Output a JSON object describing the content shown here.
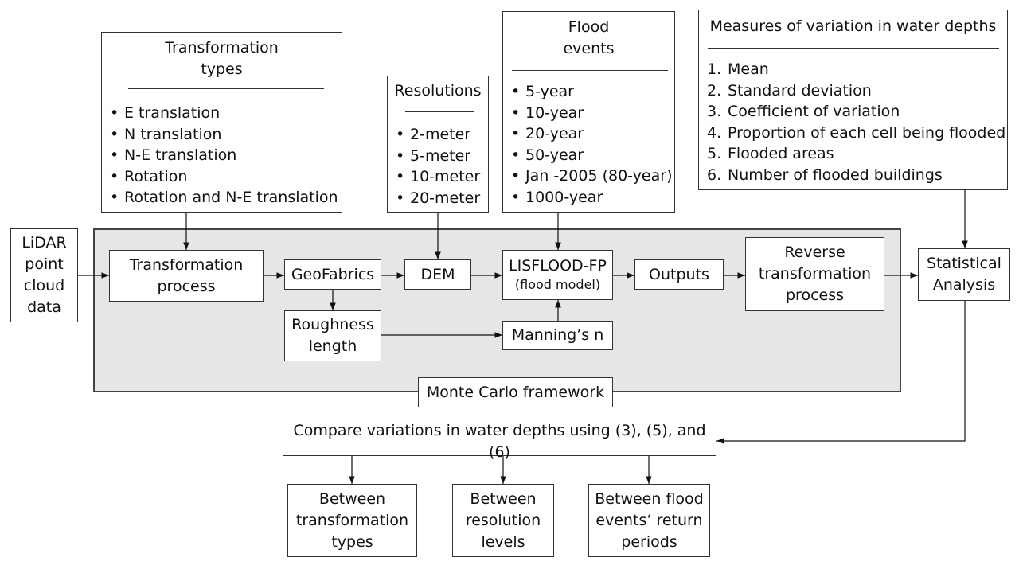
{
  "transformation_types": {
    "title": "Transformation\ntypes",
    "items": [
      "E translation",
      "N translation",
      "N-E translation",
      "Rotation",
      "Rotation and N-E translation"
    ]
  },
  "resolutions": {
    "title": "Resolutions",
    "items": [
      "2-meter",
      "5-meter",
      "10-meter",
      "20-meter"
    ]
  },
  "flood_events": {
    "title": "Flood\nevents",
    "items": [
      "5-year",
      "10-year",
      "20-year",
      "50-year",
      "Jan -2005 (80-year)",
      "1000-year"
    ]
  },
  "measures": {
    "title": "Measures of variation in water depths",
    "items": [
      {
        "num": "1.",
        "text": "Mean"
      },
      {
        "num": "2.",
        "text": "Standard deviation"
      },
      {
        "num": "3.",
        "text": "Coefficient of variation"
      },
      {
        "num": "4.",
        "text": "Proportion of each cell being flooded"
      },
      {
        "num": "5.",
        "text": "Flooded areas"
      },
      {
        "num": "6.",
        "text": "Number of flooded buildings"
      }
    ]
  },
  "nodes": {
    "lidar": "LiDAR\npoint\ncloud\ndata",
    "transformation_process": "Transformation\nprocess",
    "geofabrics": "GeoFabrics",
    "dem": "DEM",
    "lisflood": "LISFLOOD-FP",
    "lisflood_sub": "(flood model)",
    "outputs": "Outputs",
    "reverse": "Reverse\ntransformation\nprocess",
    "statistical": "Statistical\nAnalysis",
    "roughness": "Roughness\nlength",
    "manning": "Manning’s n",
    "monte_carlo": "Monte Carlo framework",
    "compare": "Compare variations in water depths using (3), (5), and (6)",
    "between_types": "Between\ntransformation\ntypes",
    "between_resolution": "Between\nresolution\nlevels",
    "between_flood": "Between flood\nevents’ return\nperiods"
  }
}
